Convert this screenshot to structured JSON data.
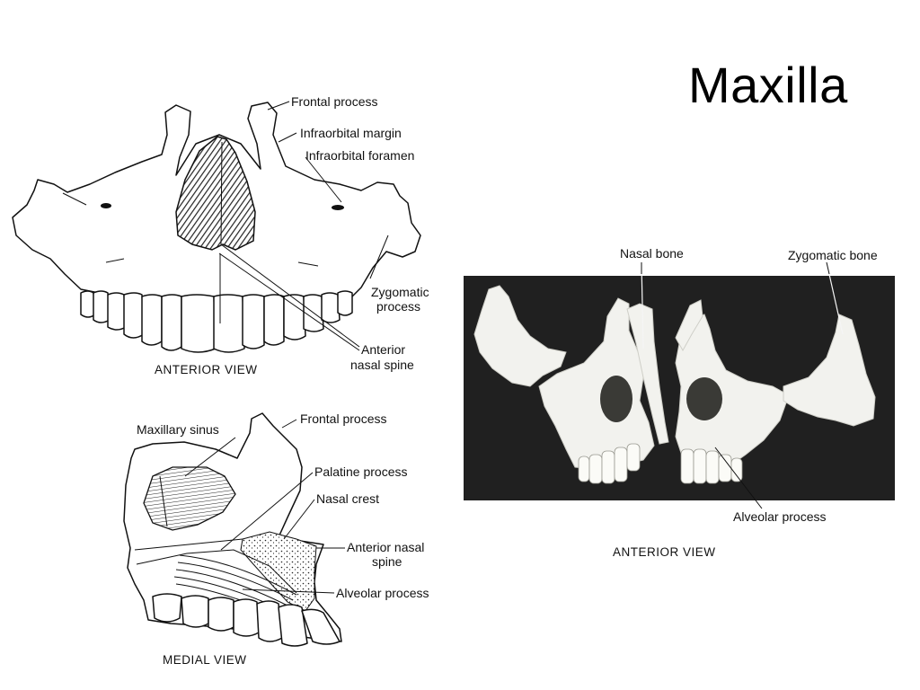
{
  "title": "Maxilla",
  "anterior_view_drawing": {
    "labels": {
      "frontal_process": "Frontal process",
      "infraorbital_margin": "Infraorbital margin",
      "infraorbital_foramen": "Infraorbital foramen",
      "zygomatic_process_1": "Zygomatic",
      "zygomatic_process_2": "process",
      "anterior_nasal_spine_1": "Anterior",
      "anterior_nasal_spine_2": "nasal spine"
    },
    "caption": "ANTERIOR VIEW"
  },
  "medial_view_drawing": {
    "labels": {
      "maxillary_sinus": "Maxillary sinus",
      "frontal_process": "Frontal process",
      "palatine_process": "Palatine process",
      "nasal_crest": "Nasal crest",
      "anterior_nasal_spine_1": "Anterior nasal",
      "anterior_nasal_spine_2": "spine",
      "alveolar_process": "Alveolar process"
    },
    "caption": "MEDIAL VIEW"
  },
  "anterior_view_photo": {
    "labels": {
      "nasal_bone": "Nasal bone",
      "zygomatic_bone": "Zygomatic bone",
      "alveolar_process": "Alveolar process"
    },
    "caption": "ANTERIOR VIEW",
    "background_color": "#202020"
  }
}
